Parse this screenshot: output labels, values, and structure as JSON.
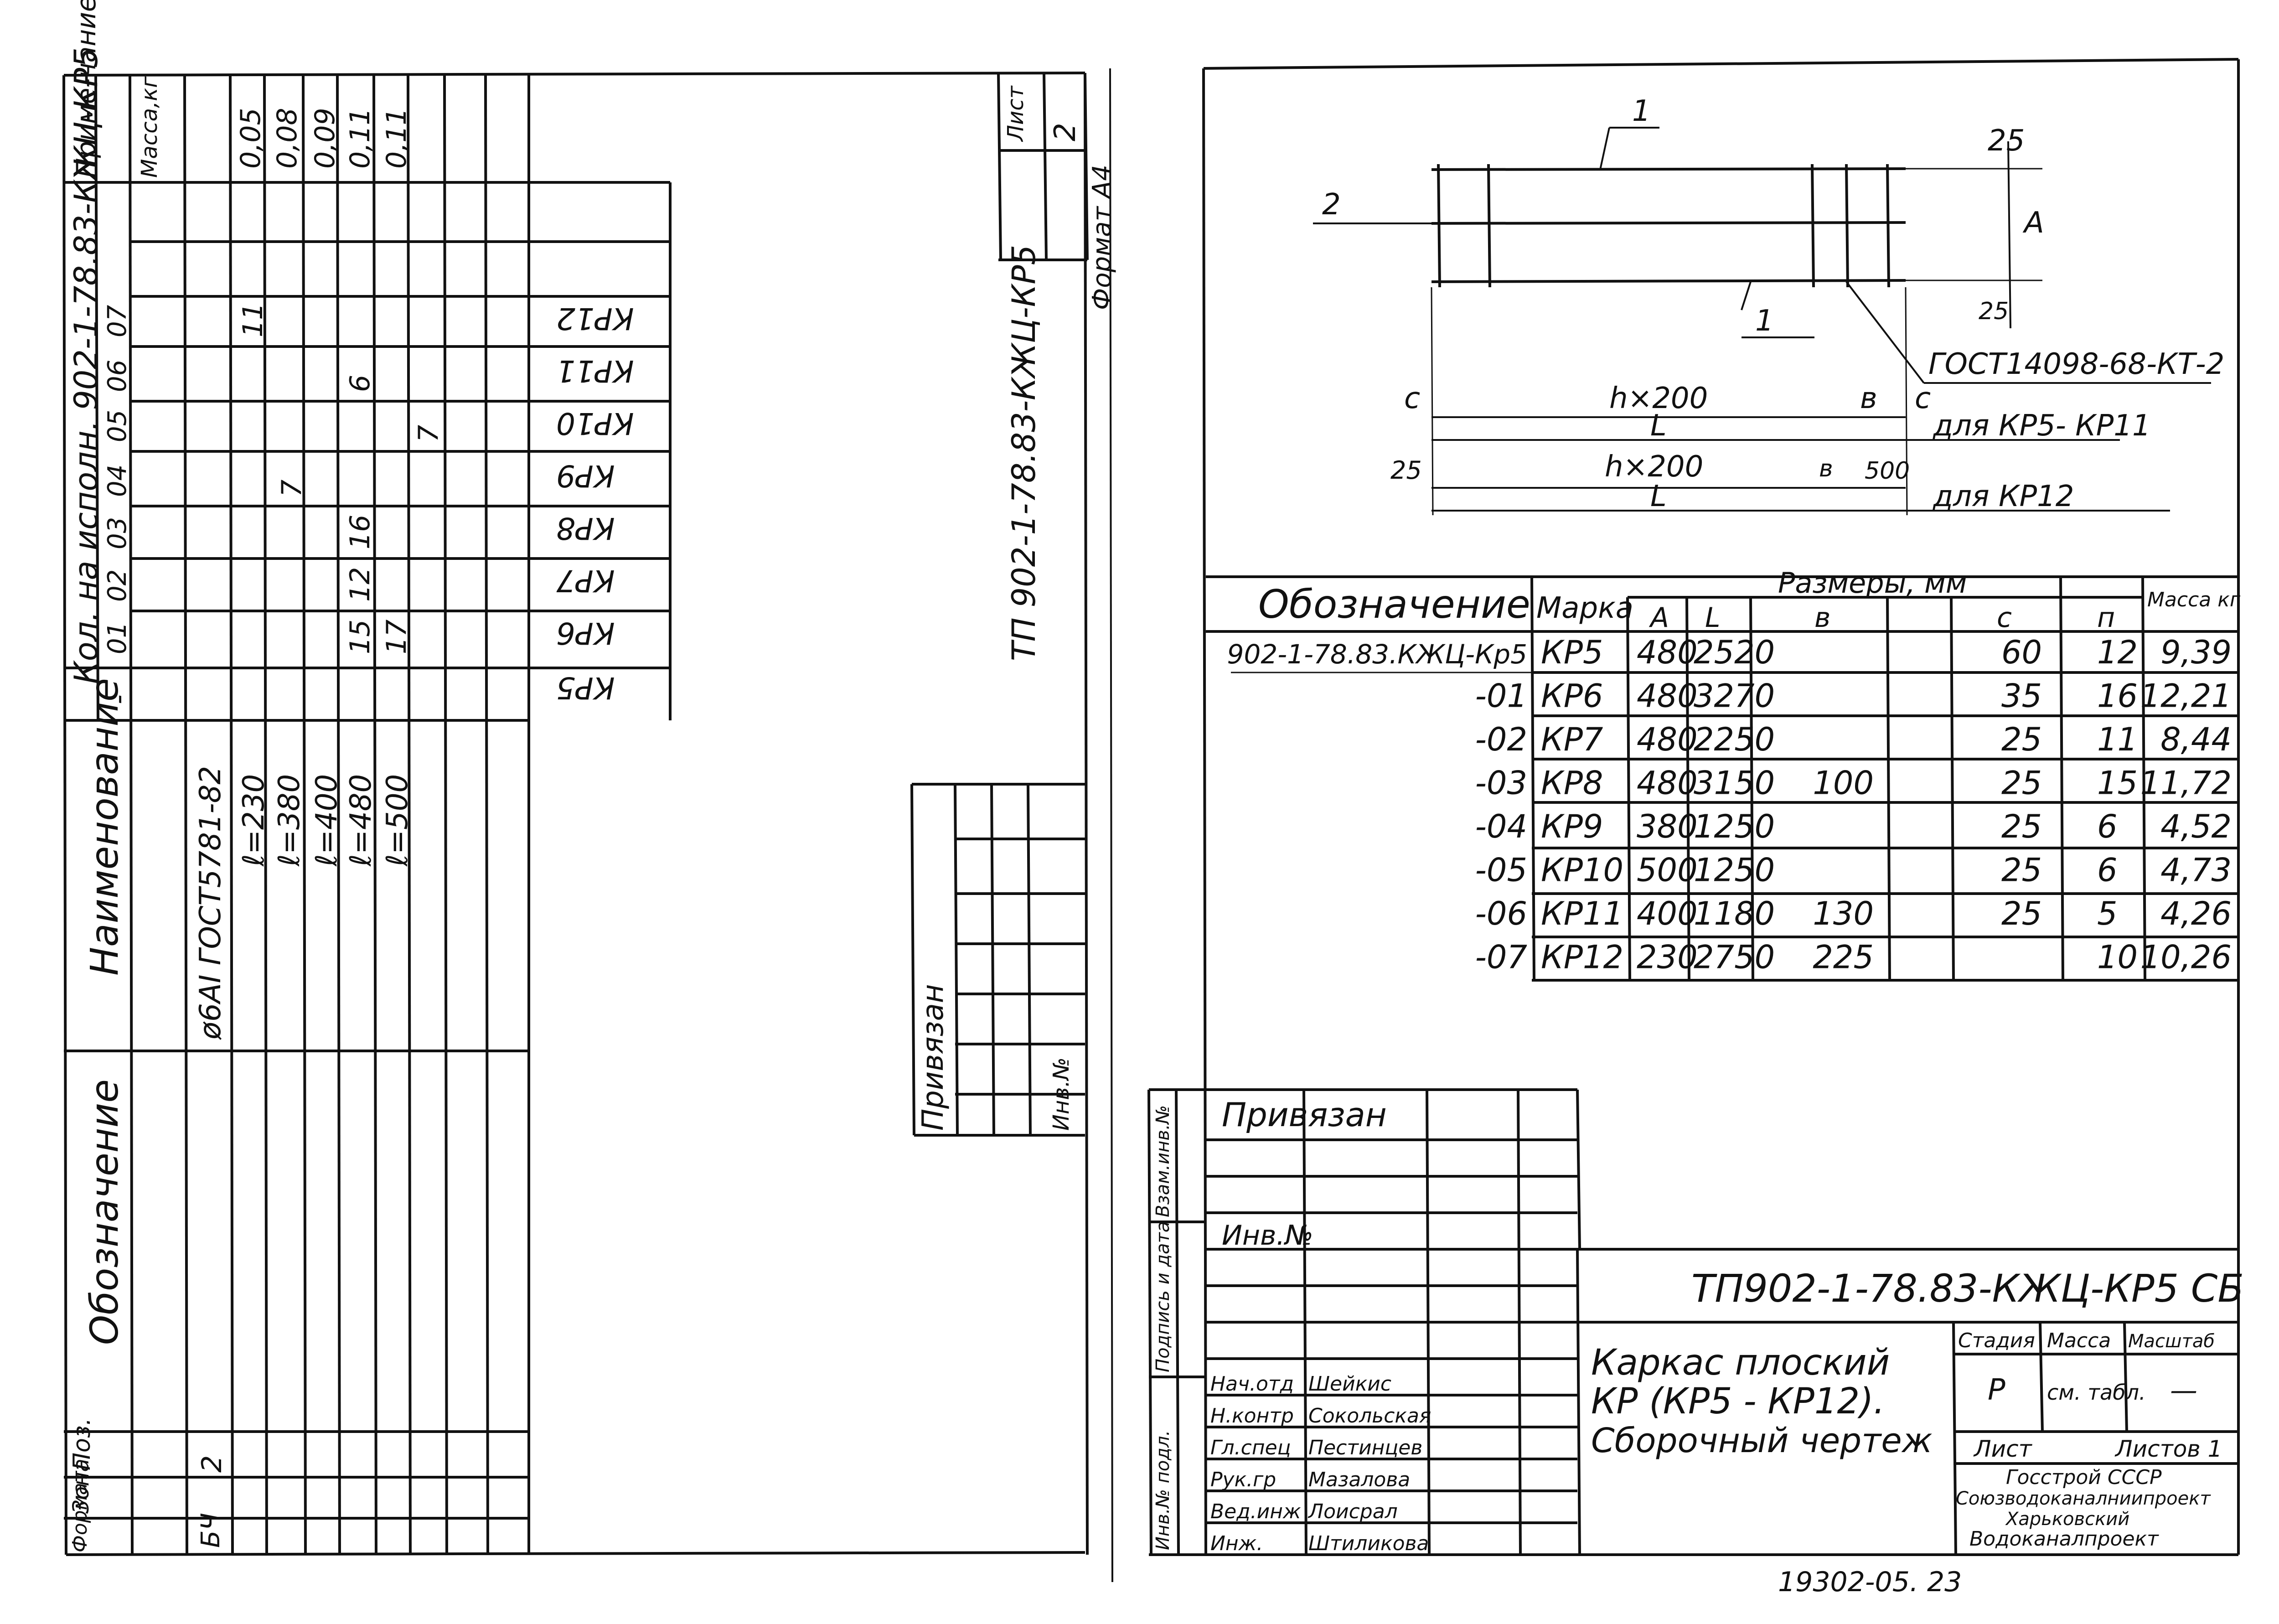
{
  "left_sheet": {
    "col_headers": {
      "designation": "Обозначение",
      "name": "Наименование",
      "qty_header": "Кол. на исполн. 902-1-78.83-КЖЦ-КР5",
      "note": "Приме-чание",
      "mass": "Масса,кг",
      "pos": "Поз.",
      "zone": "Зона",
      "format": "Формат"
    },
    "exec_numbers": [
      "-",
      "01",
      "02",
      "03",
      "04",
      "05",
      "06",
      "07"
    ],
    "row_pos": "2",
    "row_format": "БЧ",
    "row_name_main": "ø6АI ГОСТ5781-82",
    "lengths": [
      "ℓ=230",
      "ℓ=380",
      "ℓ=400",
      "ℓ=480",
      "ℓ=500"
    ],
    "qty_values": [
      "11",
      "6",
      "7",
      "16",
      "12",
      "15",
      "17",
      "7"
    ],
    "masses": [
      "0,05",
      "0,08",
      "0,09",
      "0,11",
      "0,11"
    ],
    "marks": [
      "КР5",
      "КР6",
      "КР7",
      "КР8",
      "КР9",
      "КР10",
      "КР11",
      "КР12"
    ],
    "privyazan": "Привязан",
    "inv_no": "Инв.№",
    "doc_code": "ТП 902-1-78.83-КЖЦ-КР5",
    "list_label": "Лист",
    "list_num": "2",
    "format_label": "Формат А4"
  },
  "right_sheet": {
    "drawing_labels": {
      "pos1_top": "1",
      "pos1_bottom": "1",
      "pos2": "2",
      "dim_25_top": "25",
      "dim_A": "A",
      "dim_25_bot": "25",
      "gost_note": "ГОСТ14098-68-КТ-2",
      "c_left": "c",
      "hx200_1": "h×200",
      "b_1": "в",
      "c_right": "c",
      "L_1": "L",
      "note_kr5": "для КР5- КР11",
      "dim_25_left": "25",
      "hx200_2": "h×200",
      "b_2": "в",
      "d500": "500",
      "L_2": "L",
      "note_kr12": "для КР12"
    },
    "table": {
      "h_designation": "Обозначение",
      "h_mark": "Марка",
      "h_sizes": "Размеры, мм",
      "h_A": "A",
      "h_L": "L",
      "h_b": "в",
      "h_c": "c",
      "h_n": "п",
      "h_mass": "Масса кг",
      "rows": [
        {
          "d": "902-1-78.83.КЖЦ-Кр5",
          "m": "КР5",
          "A": "480",
          "L": "2520",
          "b": "",
          "c": "60",
          "n": "12",
          "mass": "9,39"
        },
        {
          "d": "-01",
          "m": "КР6",
          "A": "480",
          "L": "3270",
          "b": "",
          "c": "35",
          "n": "16",
          "mass": "12,21"
        },
        {
          "d": "-02",
          "m": "КР7",
          "A": "480",
          "L": "2250",
          "b": "",
          "c": "25",
          "n": "11",
          "mass": "8,44"
        },
        {
          "d": "-03",
          "m": "КР8",
          "A": "480",
          "L": "3150",
          "b": "100",
          "c": "25",
          "n": "15",
          "mass": "11,72"
        },
        {
          "d": "-04",
          "m": "КР9",
          "A": "380",
          "L": "1250",
          "b": "",
          "c": "25",
          "n": "6",
          "mass": "4,52"
        },
        {
          "d": "-05",
          "m": "КР10",
          "A": "500",
          "L": "1250",
          "b": "",
          "c": "25",
          "n": "6",
          "mass": "4,73"
        },
        {
          "d": "-06",
          "m": "КР11",
          "A": "400",
          "L": "1180",
          "b": "130",
          "c": "25",
          "n": "5",
          "mass": "4,26"
        },
        {
          "d": "-07",
          "m": "КР12",
          "A": "230",
          "L": "2750",
          "b": "225",
          "c": "",
          "n": "10",
          "mass": "10,26"
        }
      ]
    },
    "stamp": {
      "privyazan": "Привязан",
      "inv_no": "Инв.№",
      "doc_code": "ТП902-1-78.83-КЖЦ-КР5  СБ",
      "title_1": "Каркас плоский",
      "title_2": "КР (КР5 - КР12).",
      "title_3": "Сборочный чертеж",
      "stage_h": "Стадия",
      "mass_h": "Масса",
      "scale_h": "Масштаб",
      "stage": "Р",
      "mass": "см. табл.",
      "scale": "—",
      "sheet_h": "Лист",
      "sheets_h": "Листов 1",
      "org_1": "Госстрой СССР",
      "org_2": "Союзводоканалниипроект",
      "org_3": "Харьковский",
      "org_4": "Водоканалпроект",
      "roles": [
        "Нач.отд",
        "Н.контр",
        "Гл.спец",
        "Рук.гр",
        "Вед.инж",
        "Инж."
      ],
      "names": [
        "Шейкис",
        "Сокольская",
        "Пестинцев",
        "Мазалова",
        "Лоисрал",
        "Штиликова"
      ],
      "side_labels": [
        "Взам.инв.№",
        "Подпись и дата",
        "Инв.№ подл."
      ]
    },
    "bottom_note": "19302-05.  23"
  }
}
